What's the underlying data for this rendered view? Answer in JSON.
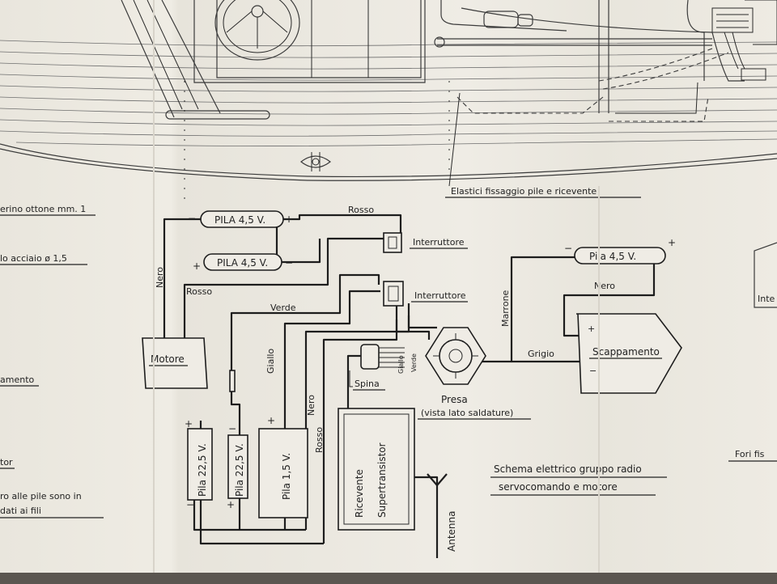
{
  "labels": {
    "elastici": "Elastici fissaggio pile e ricevente",
    "left_ottone": "erino ottone mm. 1",
    "left_acciaio": "lo acciaio ø 1,5",
    "left_amento": "amento",
    "left_tor": "tor",
    "left_pile_line1": "ro alle pile sono in",
    "left_pile_line2": "dati ai fili",
    "right_inte": "Inte",
    "right_fori": "Fori fis",
    "schema_line1": "Schema elettrico gruppo radio",
    "schema_line2": "servocomando e motore"
  },
  "components": {
    "pila1": "PILA 4,5 V.",
    "pila2": "PILA 4,5 V.",
    "pila3": "Pila 4,5 V.",
    "interruttore1": "Interruttore",
    "interruttore2": "Interruttore",
    "motore": "Motore",
    "scappamento": "Scappamento",
    "pila_225a": "Pila 22,5 V.",
    "pila_225b": "Pila 22,5 V.",
    "pila_15": "Pila 1,5 V.",
    "ricevente": "Ricevente",
    "supertransistor": "Supertransistor",
    "spina": "Spina",
    "presa": "Presa",
    "presa_note": "(vista lato saldature)",
    "antenna": "Antenna"
  },
  "wires": {
    "rosso_top": "Rosso",
    "nero_left": "Nero",
    "rosso_left": "Rosso",
    "verde": "Verde",
    "giallo": "Giallo",
    "nero_mid": "Nero",
    "rosso_mid": "Rosso",
    "marrone": "Marrone",
    "nero_right": "Nero",
    "grigio": "Grigio",
    "giallo_small": "Giallo",
    "verde_small": "Verde"
  },
  "polarity": {
    "minus": "−",
    "plus": "+"
  }
}
